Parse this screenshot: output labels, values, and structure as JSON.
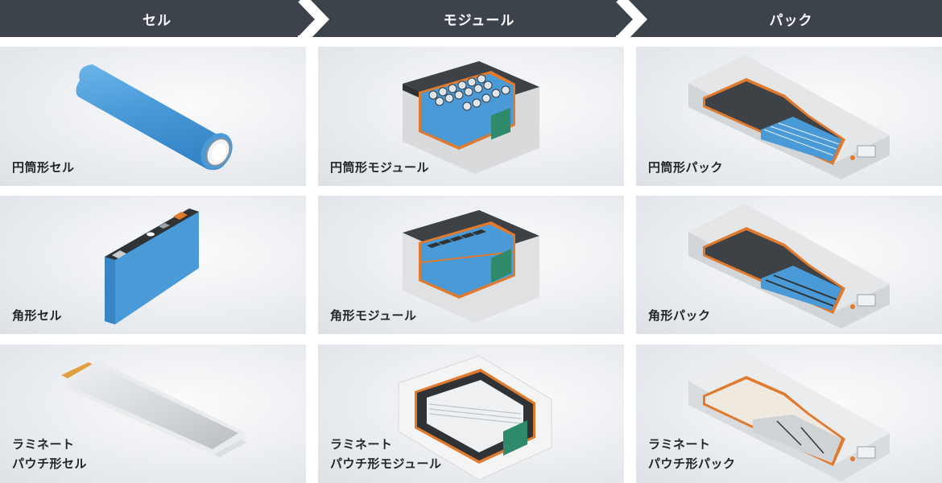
{
  "header": {
    "tabs": [
      {
        "label": "セル"
      },
      {
        "label": "モジュール"
      },
      {
        "label": "パック"
      }
    ],
    "colors": {
      "background": "#3c434b",
      "text": "#ffffff",
      "separator": "#ffffff"
    }
  },
  "grid": {
    "cells": {
      "cylindrical": {
        "label_lines": [
          "円筒形セル"
        ]
      },
      "prismatic": {
        "label_lines": [
          "角形セル"
        ]
      },
      "pouch": {
        "label_lines": [
          "ラミネート",
          "パウチ形セル"
        ]
      }
    },
    "modules": {
      "cylindrical": {
        "label_lines": [
          "円筒形モジュール"
        ]
      },
      "prismatic": {
        "label_lines": [
          "角形モジュール"
        ]
      },
      "pouch": {
        "label_lines": [
          "ラミネート",
          "パウチ形モジュール"
        ]
      }
    },
    "packs": {
      "cylindrical": {
        "label_lines": [
          "円筒形パック"
        ]
      },
      "prismatic": {
        "label_lines": [
          "角形パック"
        ]
      },
      "pouch": {
        "label_lines": [
          "ラミネート",
          "パウチ形パック"
        ]
      }
    }
  },
  "colors": {
    "cell_blue": "#4a9ad8",
    "accent_orange": "#e07a2e",
    "housing_dark": "#3e4246",
    "housing_silver": "#cfd2d5",
    "pcb_green": "#2e8a6a",
    "label_text": "#222426"
  }
}
